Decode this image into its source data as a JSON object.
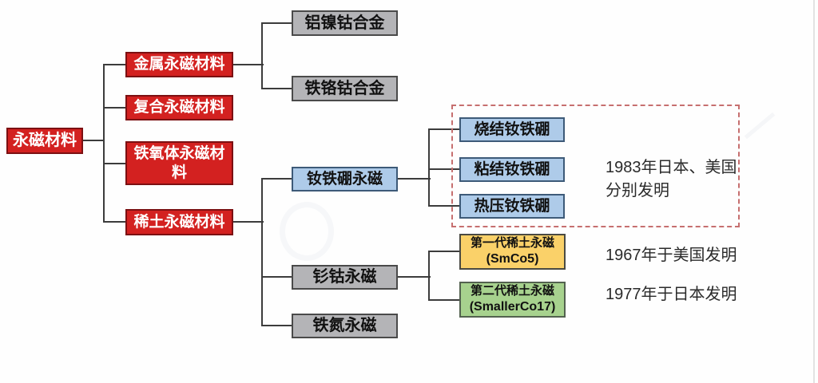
{
  "nodes": {
    "root": {
      "label": "永磁材料"
    },
    "metal": {
      "label": "金属永磁材料"
    },
    "composite": {
      "label": "复合永磁材料"
    },
    "ferrite": {
      "label": "铁氧体永磁材料"
    },
    "rare_earth": {
      "label": "稀土永磁材料"
    },
    "alnico": {
      "label": "铝镍钴合金"
    },
    "fecrco": {
      "label": "铁铬钴合金"
    },
    "ndfeb": {
      "label": "钕铁硼永磁"
    },
    "smco": {
      "label": "钐钴永磁"
    },
    "fen": {
      "label": "铁氮永磁"
    },
    "sintered_ndfeb": {
      "label": "烧结钕铁硼"
    },
    "bonded_ndfeb": {
      "label": "粘结钕铁硼"
    },
    "hot_pressed_ndfeb": {
      "label": "热压钕铁硼"
    },
    "gen1": {
      "label": "第一代稀土永磁",
      "formula": "(SmCo5)"
    },
    "gen2": {
      "label": "第二代稀土永磁",
      "formula": "(SmallerCo17)"
    }
  },
  "annotations": {
    "ndfeb_invention": {
      "line1": "1983年日本、美国",
      "line2": "分别发明"
    },
    "gen1_invention": "1967年于美国发明",
    "gen2_invention": "1977年于日本发明"
  },
  "colors": {
    "red_fill": "#d32120",
    "red_border": "#7c1012",
    "gray_fill": "#b4b4b7",
    "gray_border": "#4a4a4a",
    "blue_fill": "#aecbe9",
    "blue_border": "#3d5a78",
    "yellow_fill": "#fad169",
    "green_fill": "#a7d28e",
    "dashed_outline": "#c66f6f",
    "connector": "#3c3c3c"
  }
}
